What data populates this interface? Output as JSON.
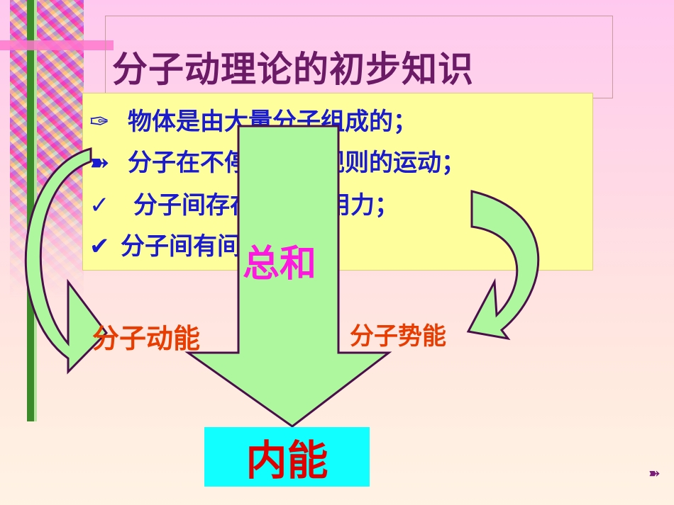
{
  "title": "分子动理论的初步知识",
  "bullets": [
    {
      "icon": "✑",
      "icon_name": "curl-bullet-icon",
      "text": "物体是由大量分子组成的；"
    },
    {
      "icon": "➽",
      "icon_name": "arrow-bullet-icon",
      "text": "分子在不停地做无规则的运动；"
    },
    {
      "icon": "✓",
      "icon_name": "check-bullet-icon",
      "text": "分子间存在相互作用力；"
    },
    {
      "icon": "✔",
      "icon_name": "heavy-check-bullet-icon",
      "text": "分子间有间隙。"
    }
  ],
  "total_label": "总和",
  "kinetic_label": "分子动能",
  "potential_label": "分子势能",
  "internal_energy_label": "内能",
  "corner_icon": "➽",
  "colors": {
    "title": "#6b1a66",
    "bullet_text": "#1a1ad0",
    "arrow_fill": "#aef79f",
    "arrow_stroke": "#4a0f4a",
    "total": "#ff18e0",
    "energy_labels": "#e83c00",
    "internal_energy_bg": "#11ffff",
    "internal_energy_text": "#e00000"
  }
}
